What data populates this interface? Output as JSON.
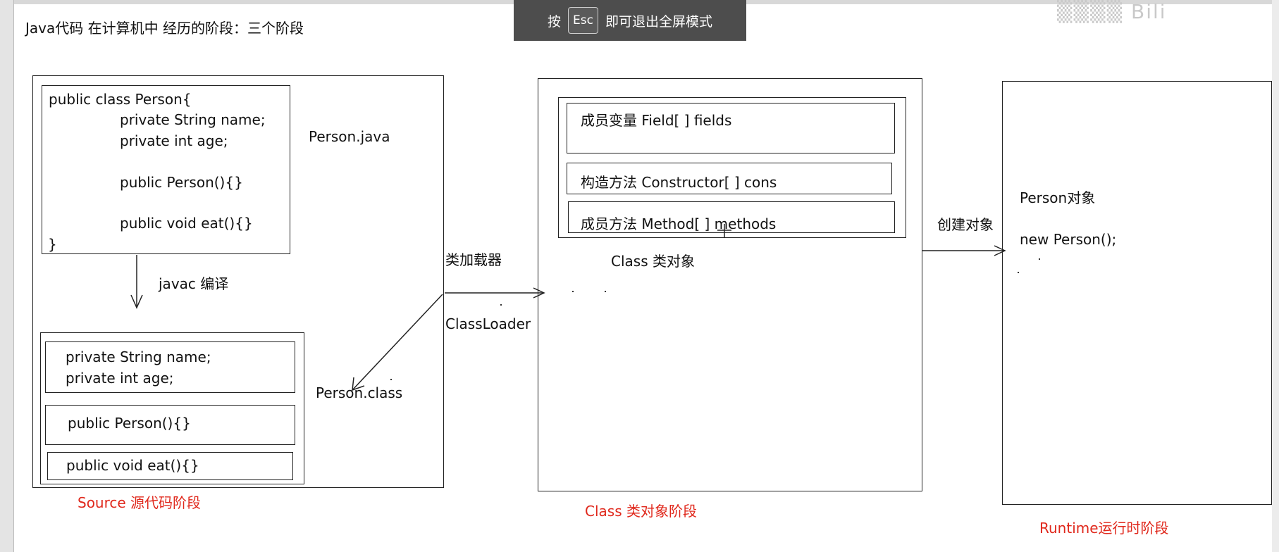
{
  "title": "Java代码 在计算机中 经历的阶段：三个阶段",
  "fullscreen_notice": {
    "prefix": "按",
    "key": "Esc",
    "suffix": "即可退出全屏模式"
  },
  "source_stage": {
    "code_lines": [
      "public class Person{",
      "private String name;",
      "private int age;",
      "public Person(){}",
      "public void eat(){}",
      "}"
    ],
    "file_label": "Person.java",
    "compile_label": "javac 编译",
    "class_fields": [
      "private String name;",
      "private int age;"
    ],
    "class_constructor": "public Person(){}",
    "class_method": "public void eat(){}",
    "class_file_label": "Person.class",
    "stage_label": "Source 源代码阶段"
  },
  "loader": {
    "label_cn": "类加载器",
    "label_en": "ClassLoader"
  },
  "class_stage": {
    "fields": "成员变量  Field[ ] fields",
    "constructors": "构造方法  Constructor[ ] cons",
    "methods": "成员方法 Method[ ] methods",
    "object_label": "Class 类对象",
    "stage_label": "Class 类对象阶段"
  },
  "create_label": "创建对象",
  "runtime_stage": {
    "object_title": "Person对象",
    "new_expr": "new Person();",
    "stage_label": "Runtime运行时阶段"
  },
  "colors": {
    "accent_red": "#e0281c",
    "line": "#222222",
    "banner": "#4d4d4d"
  }
}
